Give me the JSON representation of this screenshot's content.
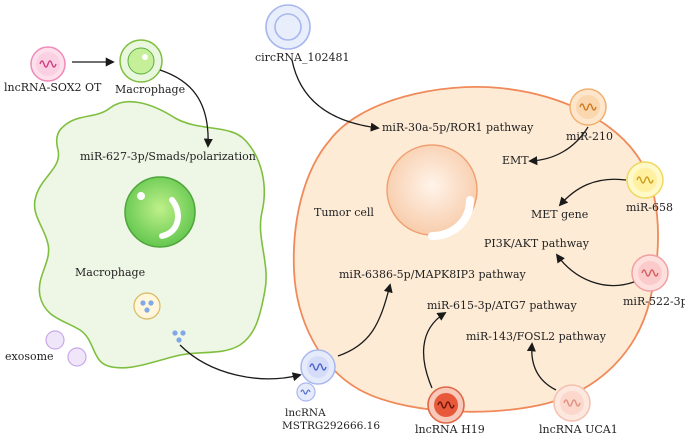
{
  "labels": {
    "lncrna_sox2": "lncRNA-SOX2 OT",
    "macrophage_top": "Macrophage",
    "circrna": "circRNA_102481",
    "mir627": "miR-627-3p/Smads/polarization",
    "macrophage_big": "Macrophage",
    "exosome": "exosome",
    "mir30a": "miR-30a-5p/ROR1 pathway",
    "tumor_cell": "Tumor cell",
    "mir210": "miR-210",
    "emt": "EMT",
    "mir658": "miR-658",
    "met_gene": "MET gene",
    "pi3k": "PI3K/AKT pathway",
    "mir6386": "miR-6386-5p/MAPK8IP3 pathway",
    "mir522": "miR-522-3p",
    "mir615": "miR-615-3p/ATG7 pathway",
    "mir143": "miR-143/FOSL2 pathway",
    "lncrna_mstrg_1": "lncRNA",
    "lncrna_mstrg_2": "MSTRG292666.16",
    "lncrna_h19": "lncRNA H19",
    "lncrna_uca1": "lncRNA UCA1"
  },
  "colors": {
    "macrophage_fill": "#eef7e6",
    "macrophage_stroke": "#7fbf3f",
    "tumor_fill": "#fdebd6",
    "tumor_stroke": "#f08a5a",
    "arrow": "#1a1a1a"
  }
}
